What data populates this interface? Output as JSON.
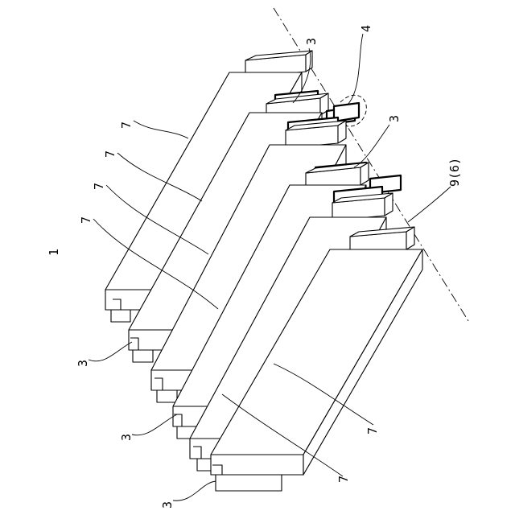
{
  "labels": {
    "assembly": "1",
    "bar": "7",
    "gap": "3",
    "highlight": "4",
    "connector": "9(6)"
  }
}
